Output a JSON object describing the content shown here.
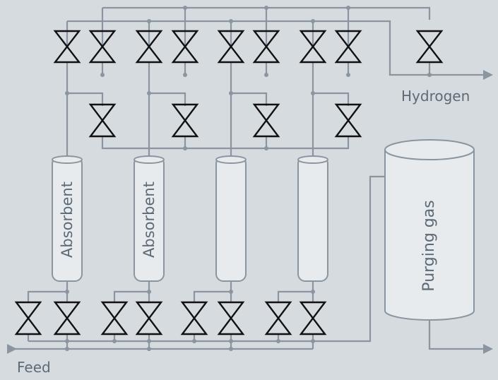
{
  "labels": {
    "hydrogen": "Hydrogen",
    "feed": "Feed",
    "purging_gas": "Purging gas"
  },
  "columns": [
    {
      "label": "Absorbent"
    },
    {
      "label": "Absorbent"
    },
    {
      "label": ""
    },
    {
      "label": ""
    }
  ],
  "colors": {
    "background": "#d6dbe0",
    "pipe": "#8a959f",
    "valve": "#111111",
    "vessel_fill": "#e8ebee",
    "label": "#5d6a75"
  }
}
